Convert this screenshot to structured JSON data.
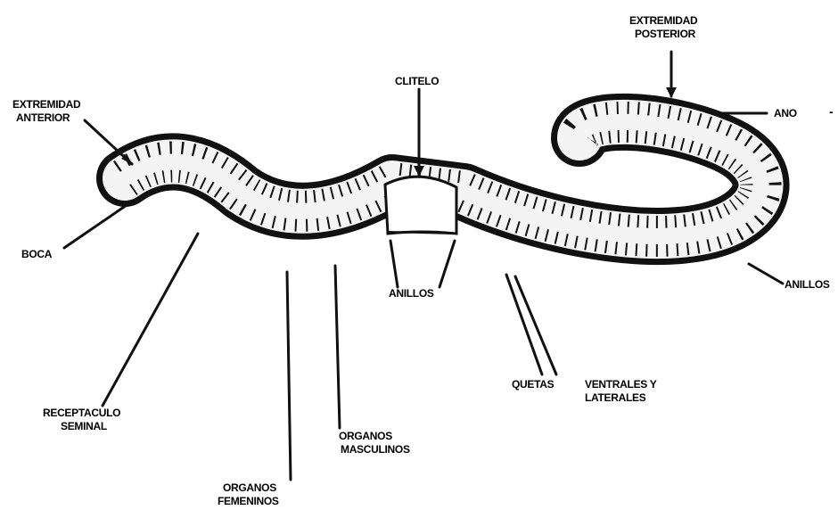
{
  "figure": {
    "background": "#ffffff",
    "ink": "#000000",
    "worm_fill": "#f4f4f4"
  },
  "labels": {
    "anterior": {
      "line1": "EXTREMIDAD",
      "line2": "ANTERIOR"
    },
    "posterior": {
      "line1": "EXTREMIDAD",
      "line2": "POSTERIOR"
    },
    "clitelo": "CLITELO",
    "ano": "ANO",
    "boca": "BOCA",
    "anillos_center": "ANILLOS",
    "anillos_right": "ANILLOS",
    "receptaculo": {
      "line1": "RECEPTACULO",
      "line2": "SEMINAL"
    },
    "organos_masculinos": {
      "line1": "ORGANOS",
      "line2": "MASCULINOS"
    },
    "organos_femeninos": {
      "line1": "ORGANOS",
      "line2": "FEMENINOS"
    },
    "quetas": "QUETAS",
    "ventrales": {
      "line1": "VENTRALES Y",
      "line2": "LATERALES"
    }
  }
}
